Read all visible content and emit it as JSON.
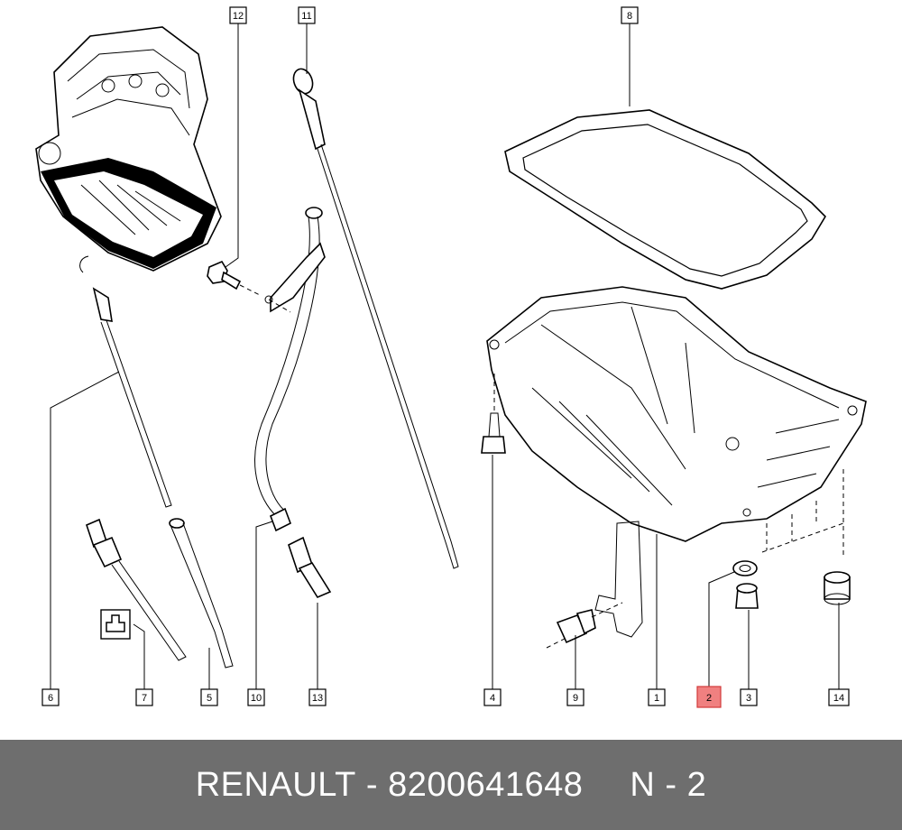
{
  "callouts": [
    {
      "label": "12"
    },
    {
      "label": "11"
    },
    {
      "label": "8"
    },
    {
      "label": "6"
    },
    {
      "label": "7"
    },
    {
      "label": "5"
    },
    {
      "label": "10"
    },
    {
      "label": "13"
    },
    {
      "label": "4"
    },
    {
      "label": "9"
    },
    {
      "label": "1"
    },
    {
      "label": "2"
    },
    {
      "label": "3"
    },
    {
      "label": "14"
    }
  ],
  "highlight_color": "#f08080",
  "footer": {
    "brand": "RENAULT",
    "separator": " - ",
    "part_number": "8200641648",
    "position_label": "N - 2",
    "background": "#6e6e6e"
  }
}
